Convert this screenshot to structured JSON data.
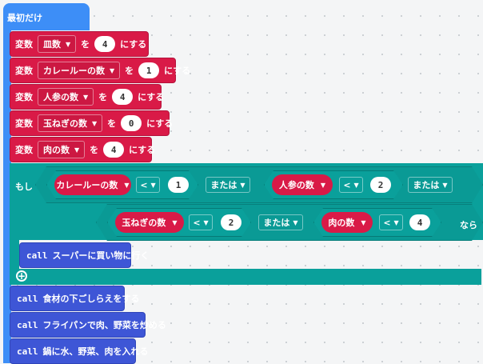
{
  "event": {
    "label": "最初だけ"
  },
  "set_var": {
    "keyword": "変数",
    "to": "を",
    "do": "にする"
  },
  "variables": [
    {
      "name": "皿数",
      "value": "4"
    },
    {
      "name": "カレールーの数",
      "value": "1"
    },
    {
      "name": "人参の数",
      "value": "4"
    },
    {
      "name": "玉ねぎの数",
      "value": "0"
    },
    {
      "name": "肉の数",
      "value": "4"
    }
  ],
  "if_block": {
    "if_label": "もし",
    "then_label": "なら",
    "or_label": "または",
    "conditions": [
      {
        "var": "カレールーの数",
        "op": "<",
        "value": "1"
      },
      {
        "var": "人参の数",
        "op": "<",
        "value": "2"
      },
      {
        "var": "玉ねぎの数",
        "op": "<",
        "value": "2"
      },
      {
        "var": "肉の数",
        "op": "<",
        "value": "4"
      }
    ],
    "body_call": {
      "keyword": "call",
      "name": "スーパーに買い物に行く"
    }
  },
  "calls": [
    {
      "keyword": "call",
      "name": "食材の下ごしらえをする"
    },
    {
      "keyword": "call",
      "name": "フライパンで肉、野菜を炒める"
    },
    {
      "keyword": "call",
      "name": "鍋に水、野菜、肉を入れる"
    }
  ],
  "icons": {
    "caret": "dropdown-caret",
    "plus": "plus-circle-icon"
  },
  "colors": {
    "event": "#3d8ef7",
    "variables": "#d91a47",
    "logic": "#0aa09b",
    "functions": "#3e56d6"
  }
}
